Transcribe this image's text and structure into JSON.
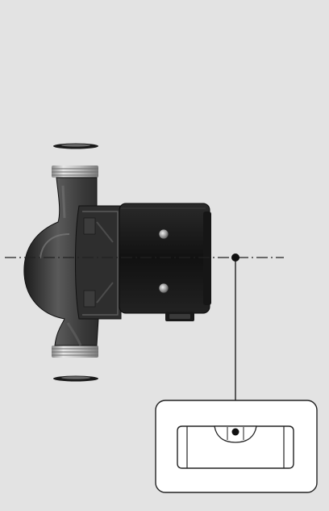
{
  "illustration": {
    "subject": "circulator-pump",
    "view": "side-view-horizontal-motor-shaft",
    "callout": "spirit-level-detail",
    "parts": [
      "gasket-top",
      "gasket-bottom",
      "threaded-port-top",
      "threaded-port-bottom",
      "volute-pump-housing",
      "motor-flange",
      "motor-body",
      "motor-screws",
      "terminal-box",
      "axis-centerline",
      "level-indicator-point",
      "callout-leader",
      "spirit-level-detail-box"
    ],
    "colors": {
      "background": "#e3e3e3",
      "body_dark": "#2b2b2b",
      "body_mid": "#4a4a4a",
      "motor": "#1f1f1f",
      "thread": "#c8c8c8",
      "callout_fill": "#ffffff",
      "line": "#222222"
    }
  }
}
